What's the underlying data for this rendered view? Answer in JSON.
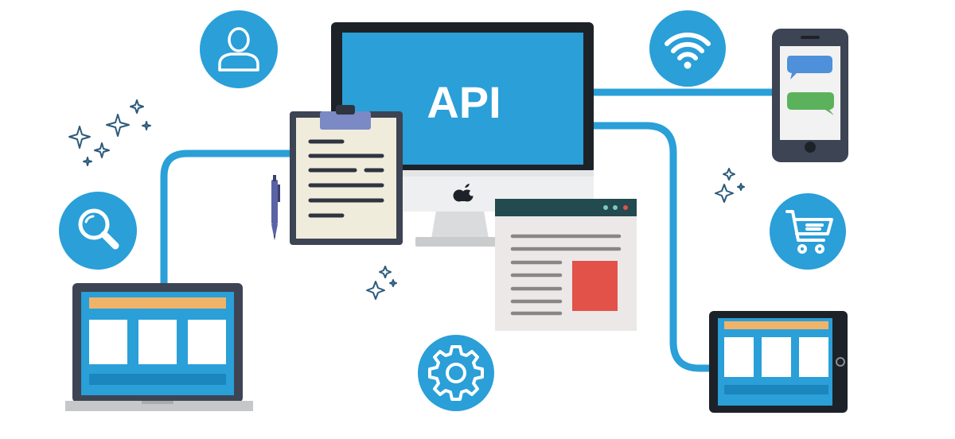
{
  "monitor": {
    "screen_text": "API",
    "logo_icon": "apple-logo-icon"
  },
  "icons": {
    "user": "user-icon",
    "wifi": "wifi-icon",
    "search": "magnifier-icon",
    "cart": "shopping-cart-icon",
    "settings": "gear-icon",
    "sparkle": "sparkle-icon"
  },
  "devices": [
    "laptop",
    "smartphone",
    "tablet",
    "desktop-monitor",
    "clipboard",
    "pen",
    "browser-window"
  ],
  "colors": {
    "accent_blue": "#2a9fd8",
    "dark_frame": "#1d2229",
    "phone_frame": "#3d4453",
    "laptop_bar": "#f0b36a",
    "chat_blue": "#4e90d9",
    "chat_green": "#5cb25c",
    "browser_header": "#224a4f",
    "browser_red": "#e25248",
    "clipboard_paper": "#f0ecdc",
    "clipboard_clip": "#7b8ac4",
    "text_line_dark": "#2f3440",
    "text_line_gray": "#8a8686",
    "sparkle": "#2c5a7a"
  }
}
